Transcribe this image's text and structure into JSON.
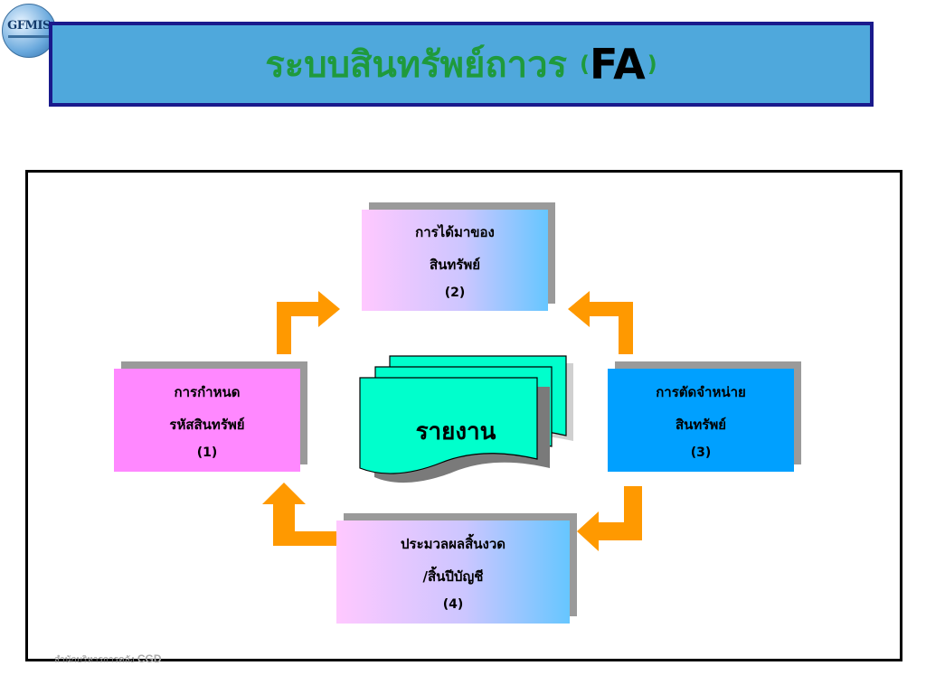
{
  "logo": {
    "text": "GFMIS"
  },
  "title": {
    "main": "ระบบสินทรัพย์ถาวร",
    "paren_open": "(",
    "abbr": "FA",
    "paren_close": ")"
  },
  "nodes": {
    "acquire": {
      "line1": "การได้มาของ",
      "line2": "สินทรัพย์",
      "num": "(2)"
    },
    "code": {
      "line1": "การกำหนด",
      "line2": "รหัสสินทรัพย์",
      "num": "(1)"
    },
    "dispose": {
      "line1": "การตัดจำหน่าย",
      "line2": "สินทรัพย์",
      "num": "(3)"
    },
    "period": {
      "line1": "ประมวลผลสิ้นงวด",
      "line2": "/สิ้นปีบัญชี",
      "num": "(4)"
    }
  },
  "center": {
    "label": "รายงาน"
  },
  "footer": {
    "text": "สำนักบริหารการคลัง",
    "abbr": "CGD"
  },
  "colors": {
    "title_bg": "#4fa8dc",
    "title_border": "#1a1a8c",
    "title_text": "#1f9a3c",
    "arrow": "#ff9900",
    "report": "#00ffcc",
    "pink_node": "#ff88ff",
    "blue_node": "#00a0ff"
  }
}
